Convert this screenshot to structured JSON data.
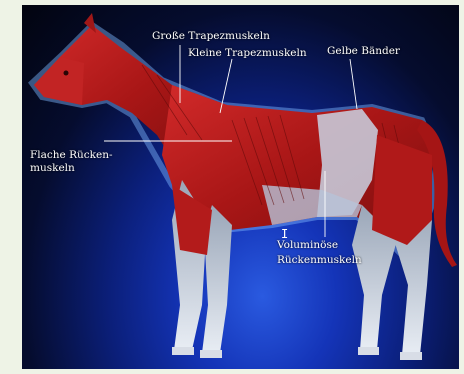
{
  "labels": {
    "grosse_trapez": "Große Trapezmuskeln",
    "kleine_trapez": "Kleine Trapezmuskeln",
    "gelbe_baender": "Gelbe Bänder",
    "flache_1": "Flache Rücken-",
    "flache_2": "muskeln",
    "volumi_1": "Voluminöse",
    "volumi_2": "Rückenmuskeln"
  },
  "cursor_glyph": "I",
  "colors": {
    "muscle": "#b71c1c",
    "ligament": "#c9d4e4",
    "outline": "#7fb8ff"
  }
}
